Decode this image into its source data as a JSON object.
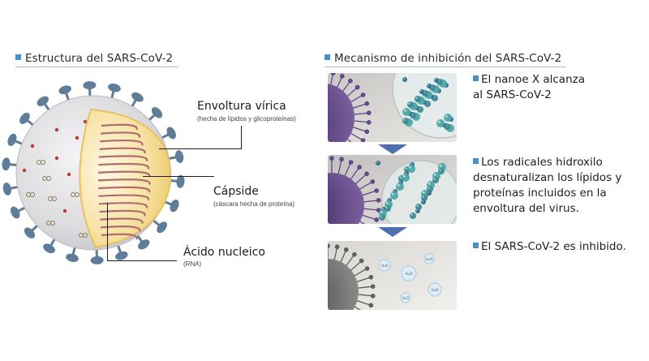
{
  "left_section": {
    "title": "Estructura del SARS-CoV-2"
  },
  "right_section": {
    "title": "Mecanismo de inhibición del SARS-CoV-2"
  },
  "labels": [
    {
      "name": "Envoltura vírica",
      "sub": "(hecha de lípidos y glicoproteínas)"
    },
    {
      "name": "Cápside",
      "sub": "(cáscara hecha de proteína)"
    },
    {
      "name": "Ácido nucleico",
      "sub": "(RNA)"
    }
  ],
  "steps": [
    {
      "lines": [
        "El nanoe X alcanza",
        "al SARS-CoV-2"
      ]
    },
    {
      "lines": [
        "Los radicales hidroxilo",
        "desnaturalizan los lípidos y",
        "proteínas incluidos en la",
        "envoltura del virus."
      ]
    },
    {
      "lines": [
        "El SARS-CoV-2 es inhibido."
      ]
    }
  ],
  "molecule_labels": [
    "H₂O",
    "H₂O",
    "H₂O",
    "H₂O",
    "H₂O"
  ],
  "colors": {
    "accent": "#4a8fc6",
    "arrow": "#4f6fae",
    "spike": "#5f7d98",
    "capsid": "#f3d98a",
    "rna": "#b06d6d",
    "virus_purple": "#5a3d80",
    "molecule_teal": "#3b8c93"
  }
}
